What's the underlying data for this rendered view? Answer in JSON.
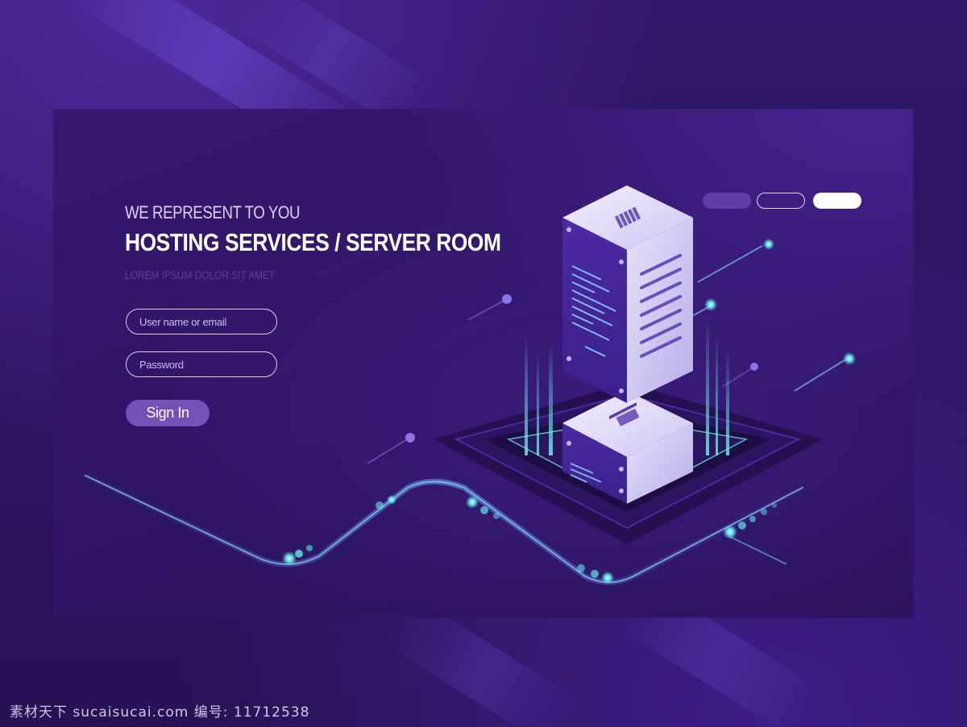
{
  "hero": {
    "pretitle": "WE REPRESENT TO YOU",
    "title": "HOSTING SERVICES / SERVER ROOM",
    "subtitle": "LOREM IPSUM DOLOR SIT AMET"
  },
  "login": {
    "username_placeholder": "User name or email",
    "username_value": "",
    "password_placeholder": "Password",
    "password_value": "",
    "signin_label": "Sign In"
  },
  "watermark": "素材天下 sucaisucai.com   编号: 11712538",
  "colors": {
    "background": "#2b1560",
    "card": "#2f1664",
    "accent": "#7252b8",
    "glow": "#63e6e2",
    "text": "#ffffff"
  },
  "icons": [
    "server-rack-icon",
    "server-unit-icon"
  ]
}
